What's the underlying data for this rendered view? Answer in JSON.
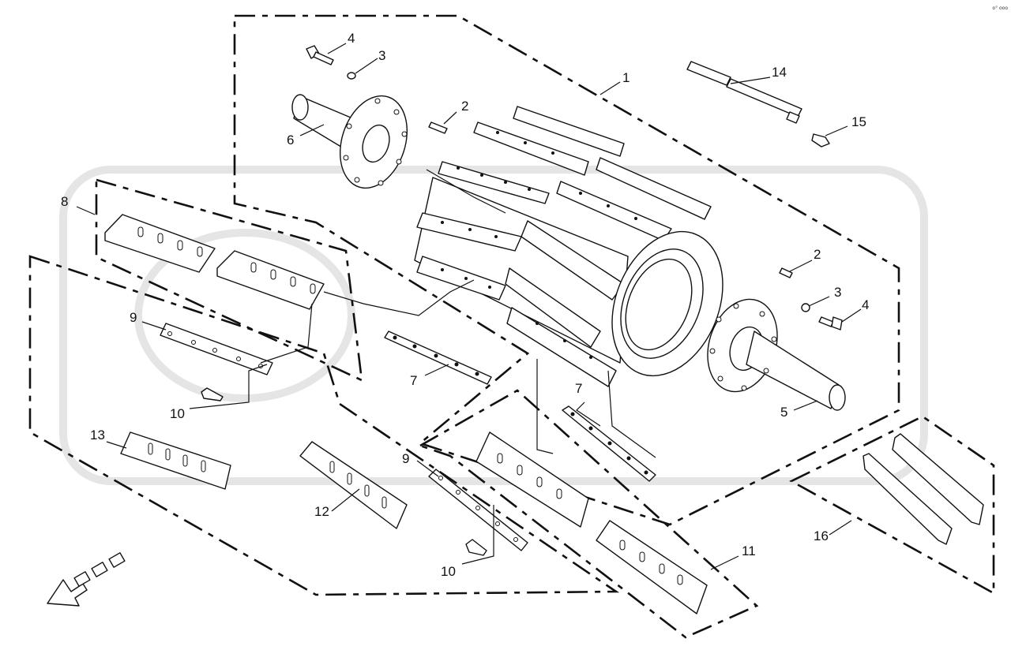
{
  "diagram": {
    "corner_code": "о° ооо",
    "callouts": [
      {
        "id": "c1",
        "text": "1"
      },
      {
        "id": "c2a",
        "text": "2"
      },
      {
        "id": "c2b",
        "text": "2"
      },
      {
        "id": "c3a",
        "text": "3"
      },
      {
        "id": "c3b",
        "text": "3"
      },
      {
        "id": "c4a",
        "text": "4"
      },
      {
        "id": "c4b",
        "text": "4"
      },
      {
        "id": "c5",
        "text": "5"
      },
      {
        "id": "c6",
        "text": "6"
      },
      {
        "id": "c7a",
        "text": "7"
      },
      {
        "id": "c7b",
        "text": "7"
      },
      {
        "id": "c8",
        "text": "8"
      },
      {
        "id": "c9a",
        "text": "9"
      },
      {
        "id": "c9b",
        "text": "9"
      },
      {
        "id": "c10a",
        "text": "10"
      },
      {
        "id": "c10b",
        "text": "10"
      },
      {
        "id": "c11",
        "text": "11"
      },
      {
        "id": "c12",
        "text": "12"
      },
      {
        "id": "c13",
        "text": "13"
      },
      {
        "id": "c14",
        "text": "14"
      },
      {
        "id": "c15",
        "text": "15"
      },
      {
        "id": "c16",
        "text": "16"
      }
    ]
  }
}
